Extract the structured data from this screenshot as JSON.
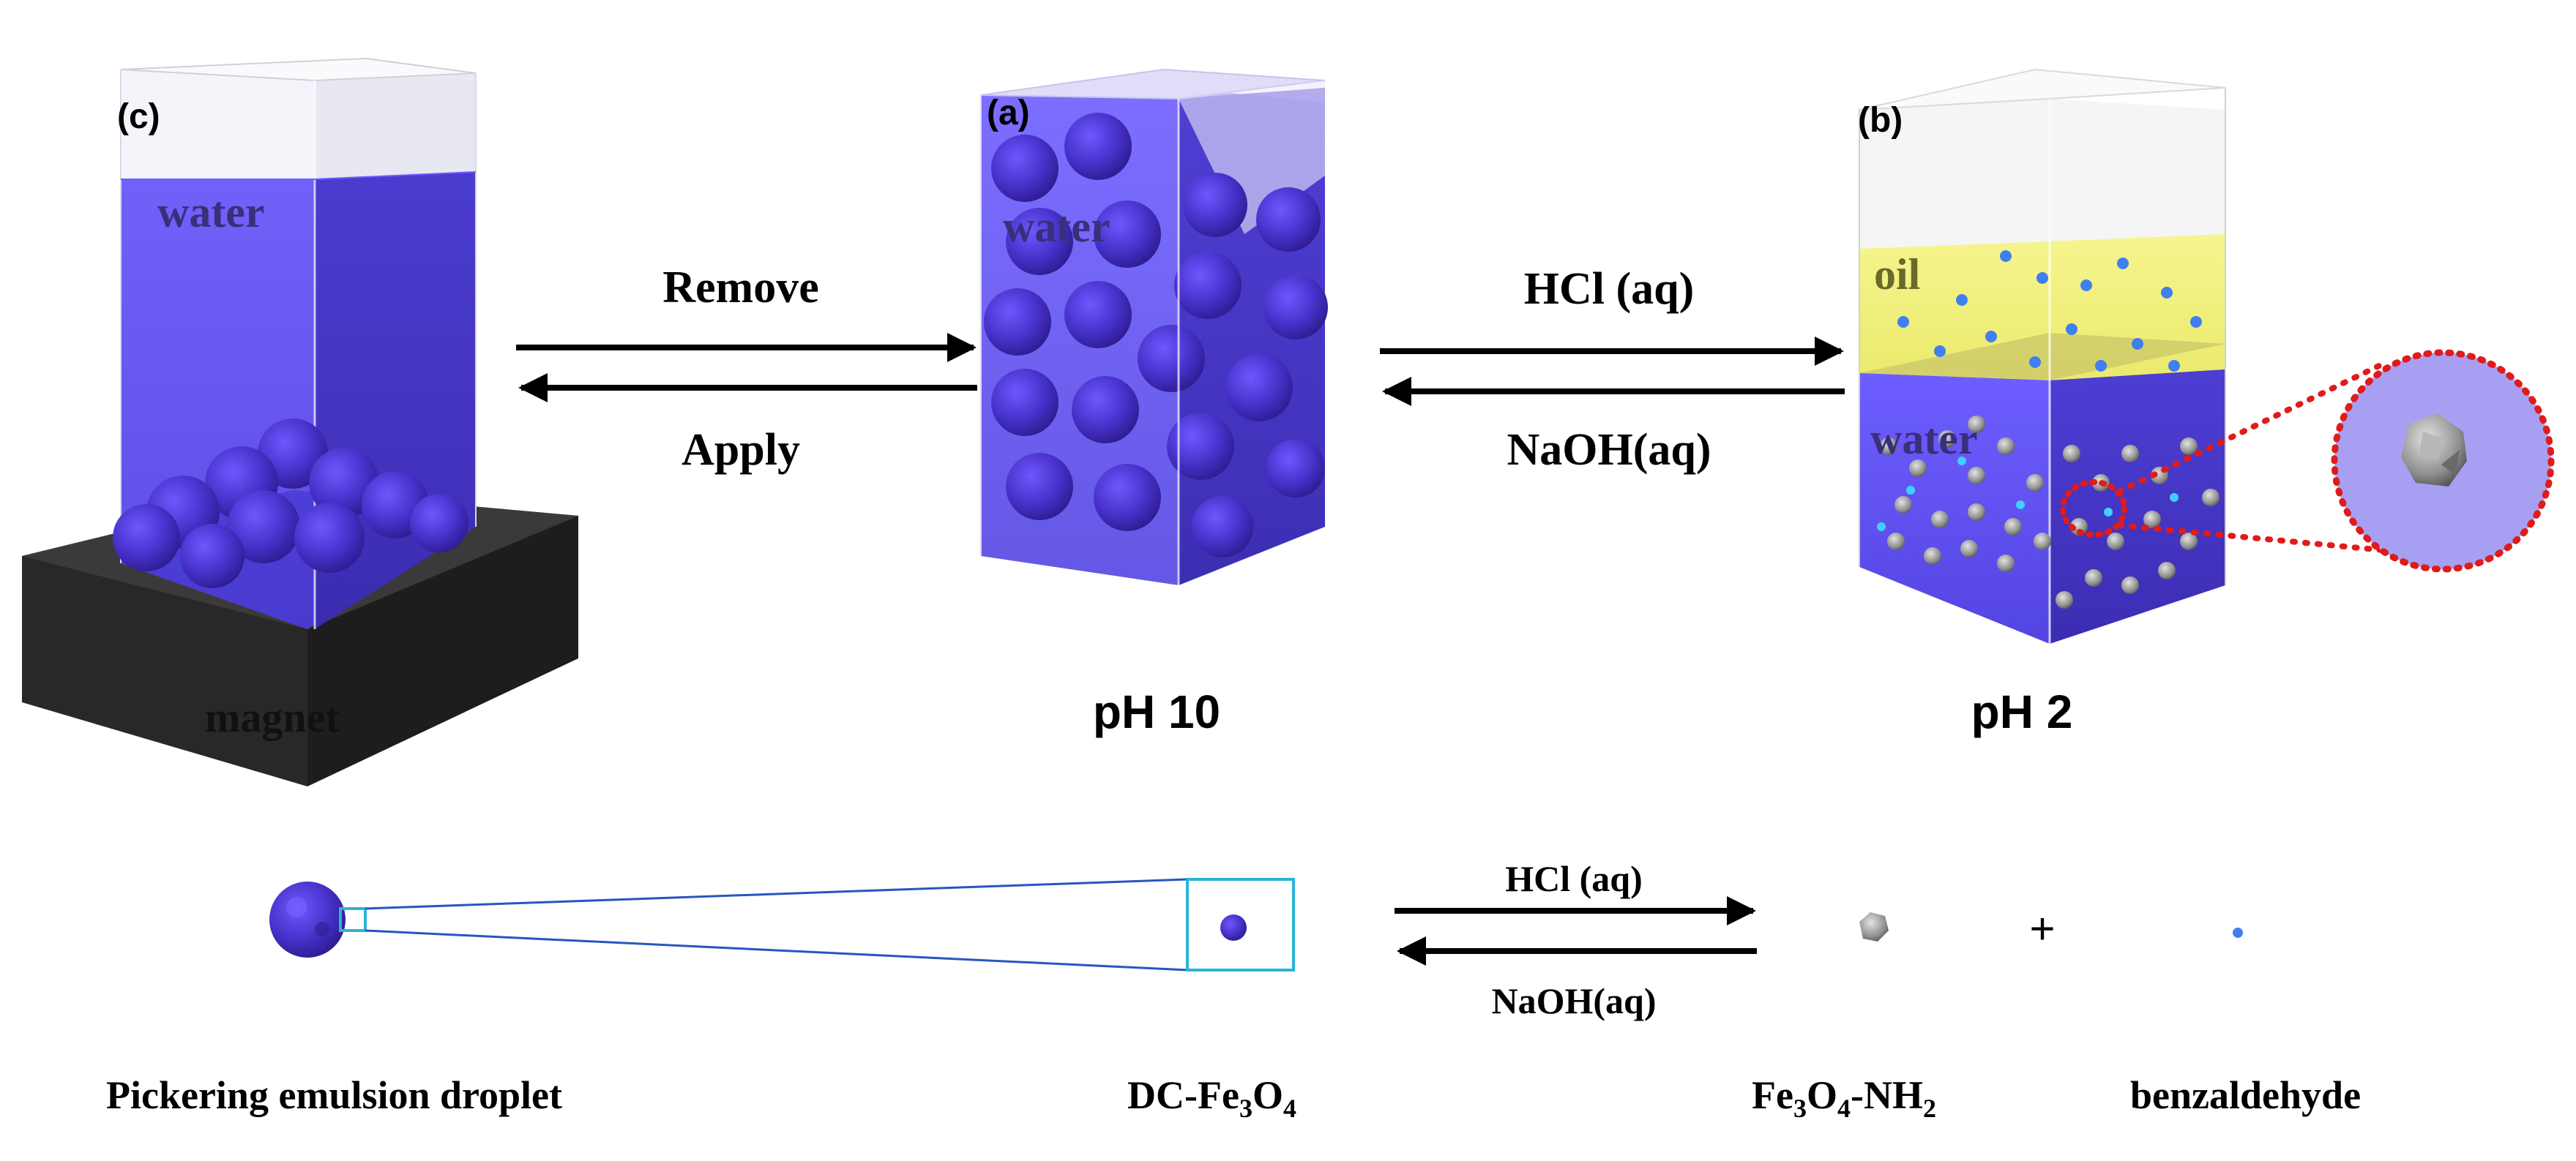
{
  "panels": {
    "c": {
      "tag": "(c)",
      "liquid": "water",
      "base": "magnet"
    },
    "a": {
      "tag": "(a)",
      "liquid": "water",
      "ph": "pH 10"
    },
    "b": {
      "tag": "(b)",
      "oil": "oil",
      "liquid": "water",
      "ph": "pH 2"
    }
  },
  "arrows_top_left": {
    "forward": "Remove",
    "backward": "Apply"
  },
  "arrows_top_right": {
    "forward": "HCl (aq)",
    "backward": "NaOH(aq)"
  },
  "arrows_bottom": {
    "forward": "HCl (aq)",
    "backward": "NaOH(aq)"
  },
  "bottom_row": {
    "droplet": "Pickering emulsion droplet",
    "dc_prefix": "DC-Fe",
    "dc_sub1": "3",
    "dc_mid": "O",
    "dc_sub2": "4",
    "amine_prefix": "Fe",
    "amine_sub1": "3",
    "amine_mid": "O",
    "amine_sub2": "4",
    "amine_mid2": "-NH",
    "amine_sub3": "2",
    "plus": "+",
    "benzaldehyde": "benzaldehyde"
  },
  "colors": {
    "water": "#5b4cf0",
    "sphere": "#4a35c8",
    "oil": "#f1f07a",
    "magnet": "#2e2b2c",
    "zoom_ring": "#e11a1a",
    "dot": "#3f7ff0",
    "line": "#2a55c0"
  }
}
